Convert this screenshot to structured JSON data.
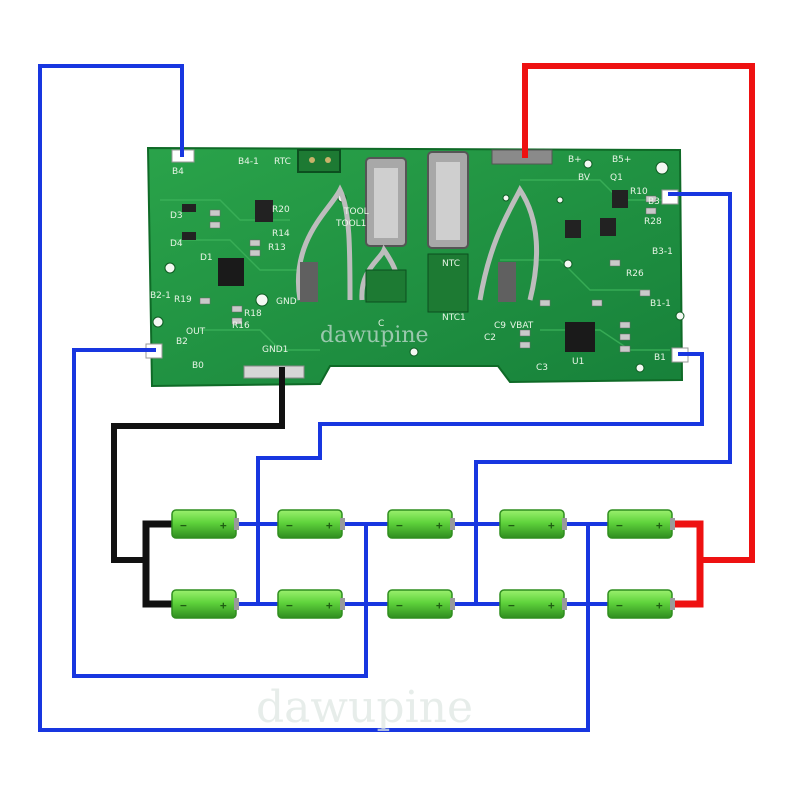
{
  "watermark": {
    "text": "dawupine"
  },
  "pcb": {
    "labels": {
      "b4": "B4",
      "b4_1": "B4-1",
      "rtc": "RTC",
      "b_plus": "B+",
      "b5_plus": "B5+",
      "bv": "BV",
      "b3": "B3",
      "b3_1": "B3-1",
      "b1": "B1",
      "b1_1": "B1-1",
      "b2": "B2",
      "b2_1": "B2-1",
      "b0": "B0",
      "gnd1": "GND1",
      "gnd": "GND",
      "out": "OUT",
      "tool": "TOOL",
      "tool1": "TOOL1",
      "ntc": "NTC",
      "ntc1": "NTC1",
      "vbat": "VBAT",
      "c": "C",
      "r20": "R20",
      "r14": "R14",
      "r13": "R13",
      "r19": "R19",
      "r16": "R16",
      "r18": "R18",
      "r28": "R28",
      "r26": "R26",
      "r10": "R10",
      "c9": "C9",
      "c3": "C3",
      "c2": "C2",
      "q1": "Q1",
      "d3": "D3",
      "d4": "D4",
      "u1": "U1",
      "d1": "D1"
    }
  },
  "cells": {
    "top_row_count": 5,
    "bottom_row_count": 5,
    "positive_sign": "+",
    "negative_sign": "−"
  },
  "colors": {
    "pcb": "#1f8f3a",
    "pcb_edge": "#157a2f",
    "wire_blue": "#1836e0",
    "wire_red": "#ee1111",
    "wire_black": "#111111",
    "cell_green": "#5fd33c",
    "cell_dark": "#2f8d1f"
  }
}
